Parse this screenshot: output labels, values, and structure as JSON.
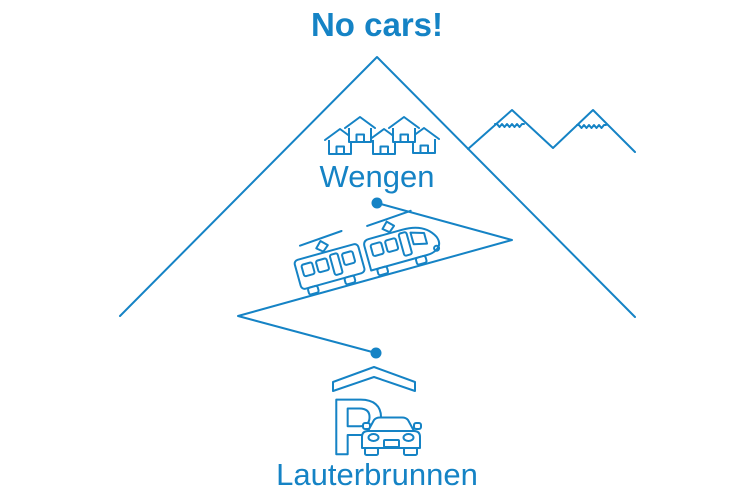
{
  "title": "No cars!",
  "stations": {
    "top": "Wengen",
    "bottom": "Lauterbrunnen"
  },
  "parking": {
    "symbol": "P"
  },
  "colors": {
    "accent": "#1583c5",
    "background": "#ffffff"
  },
  "icons": {
    "mountain": "mountain-outline-icon",
    "peaks": "snow-peak-icon",
    "houses": "house-icon",
    "train": "train-icon",
    "track": "zigzag-railway-line",
    "station_dots": "station-dot",
    "garage": "parking-garage-icon",
    "car": "car-icon"
  }
}
